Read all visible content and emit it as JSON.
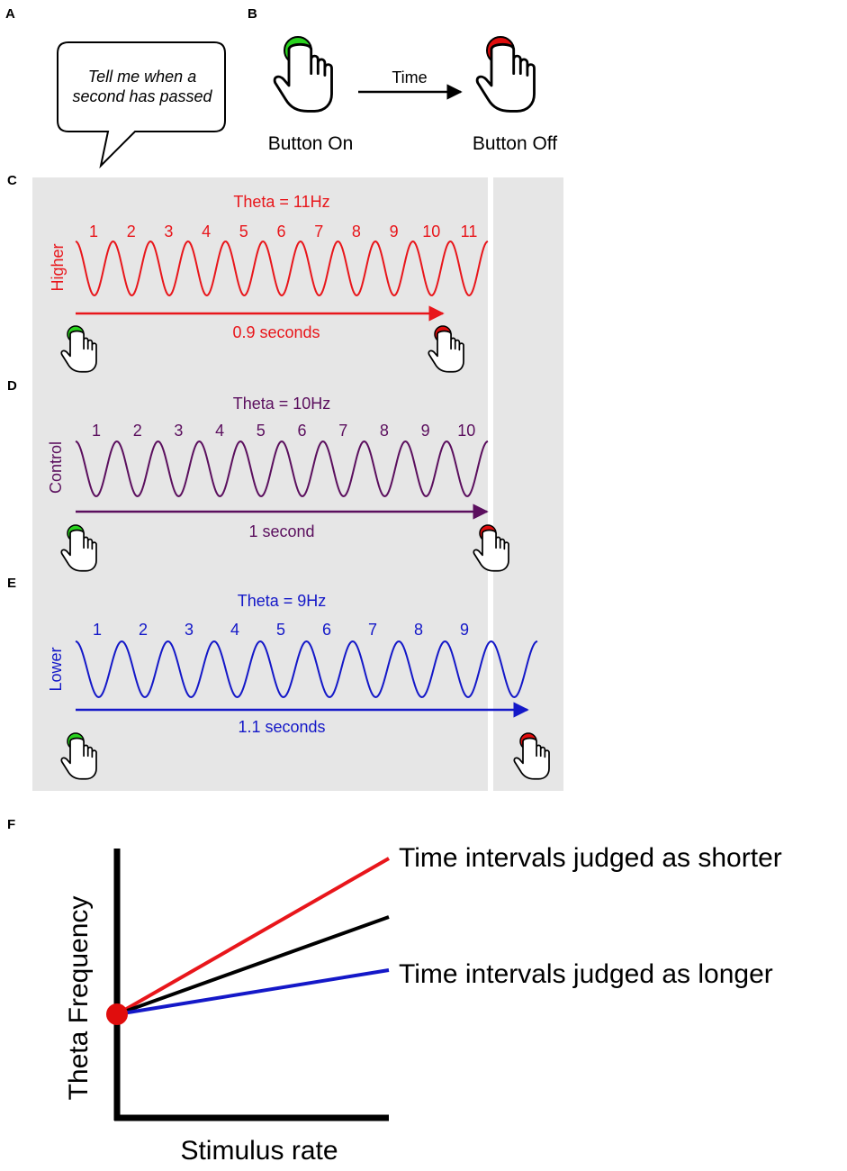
{
  "panel_labels": {
    "a": "A",
    "b": "B",
    "c": "C",
    "d": "D",
    "e": "E",
    "f": "F"
  },
  "panel_a": {
    "speech_line1": "Tell me when a",
    "speech_line2": "second has passed"
  },
  "panel_b": {
    "button_on": "Button On",
    "time": "Time",
    "button_off": "Button Off"
  },
  "colors": {
    "higher": "#e8161b",
    "control": "#5b0f5e",
    "lower": "#1418c8",
    "panel_bg": "#e6e6e6",
    "green_button": "#29d21e",
    "red_button": "#e00d0d"
  },
  "conditions": [
    {
      "id": "higher",
      "side_label": "Higher",
      "title": "Theta = 11Hz",
      "numbers": [
        "1",
        "2",
        "3",
        "4",
        "5",
        "6",
        "7",
        "8",
        "9",
        "10",
        "11"
      ],
      "cycles": 11,
      "duration_label": "0.9 seconds"
    },
    {
      "id": "control",
      "side_label": "Control",
      "title": "Theta = 10Hz",
      "numbers": [
        "1",
        "2",
        "3",
        "4",
        "5",
        "6",
        "7",
        "8",
        "9",
        "10"
      ],
      "cycles": 10,
      "duration_label": "1 second"
    },
    {
      "id": "lower",
      "side_label": "Lower",
      "title": "Theta = 9Hz",
      "numbers": [
        "1",
        "2",
        "3",
        "4",
        "5",
        "6",
        "7",
        "8",
        "9"
      ],
      "cycles": 10,
      "duration_label": "1.1 seconds"
    }
  ],
  "panel_f": {
    "ylabel": "Theta Frequency",
    "xlabel": "Stimulus rate",
    "shorter_label": "Time intervals judged as shorter",
    "longer_label": "Time intervals judged as longer"
  }
}
